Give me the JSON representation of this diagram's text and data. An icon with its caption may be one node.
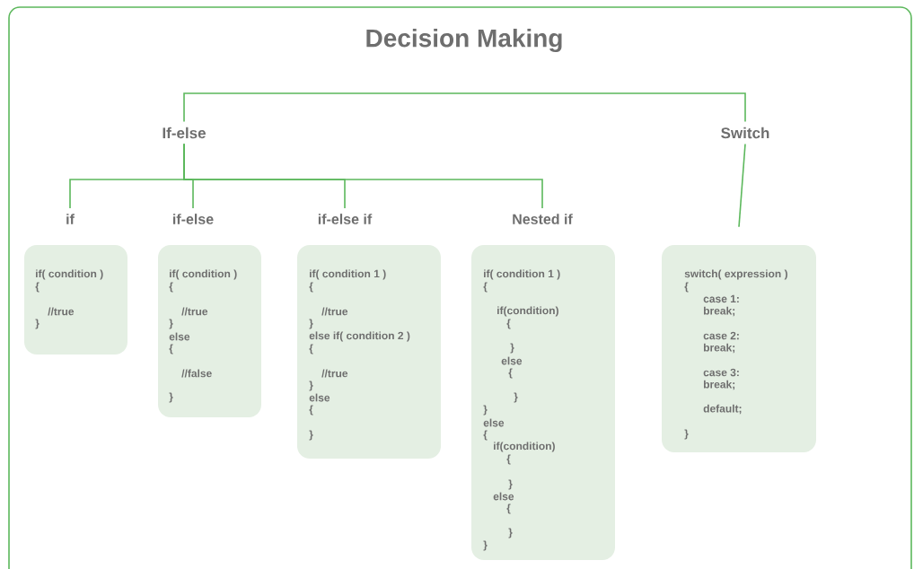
{
  "diagram": {
    "title": "Decision Making",
    "nodes": [
      {
        "text": [
          "If-else"
        ]
      },
      {
        "text": [
          "Switch"
        ]
      },
      {
        "text": [
          "if"
        ]
      },
      {
        "text": [
          "if-else"
        ]
      },
      {
        "text": [
          "if-else if"
        ]
      },
      {
        "text": [
          "Nested if"
        ]
      },
      {
        "text": [
          "if( condition )",
          "{",
          "//true",
          "}"
        ]
      },
      {
        "text": [
          "if( condition )",
          "{",
          "//true",
          "}",
          "else",
          "{",
          "//false",
          "}"
        ]
      },
      {
        "text": [
          "if( condition 1 )",
          "{",
          "//true",
          "}",
          "else if( condition 2 )",
          "{",
          "//true",
          "}",
          "else",
          "{",
          "}"
        ]
      },
      {
        "text": [
          "if( condition 1 )",
          "{",
          "if(condition)",
          "{",
          "}",
          "else",
          "{",
          "}",
          "}",
          "else",
          "{",
          "if(condition)",
          "{",
          "}",
          "else",
          "{",
          "}",
          "}"
        ]
      },
      {
        "text": [
          "switch( expression )",
          "{",
          "case 1:",
          "break;",
          "case 2:",
          "break;",
          "case 3:",
          "break;",
          "default;",
          "}"
        ]
      }
    ],
    "edges": [
      {
        "from": 0,
        "to": 1,
        "arrow": "none"
      },
      {
        "from": 0,
        "to": 2,
        "arrow": "none"
      },
      {
        "from": 0,
        "to": 3,
        "arrow": "none"
      },
      {
        "from": 0,
        "to": 4,
        "arrow": "none"
      },
      {
        "from": 0,
        "to": 5,
        "arrow": "none"
      },
      {
        "from": 1,
        "to": 10,
        "arrow": "none"
      }
    ]
  }
}
